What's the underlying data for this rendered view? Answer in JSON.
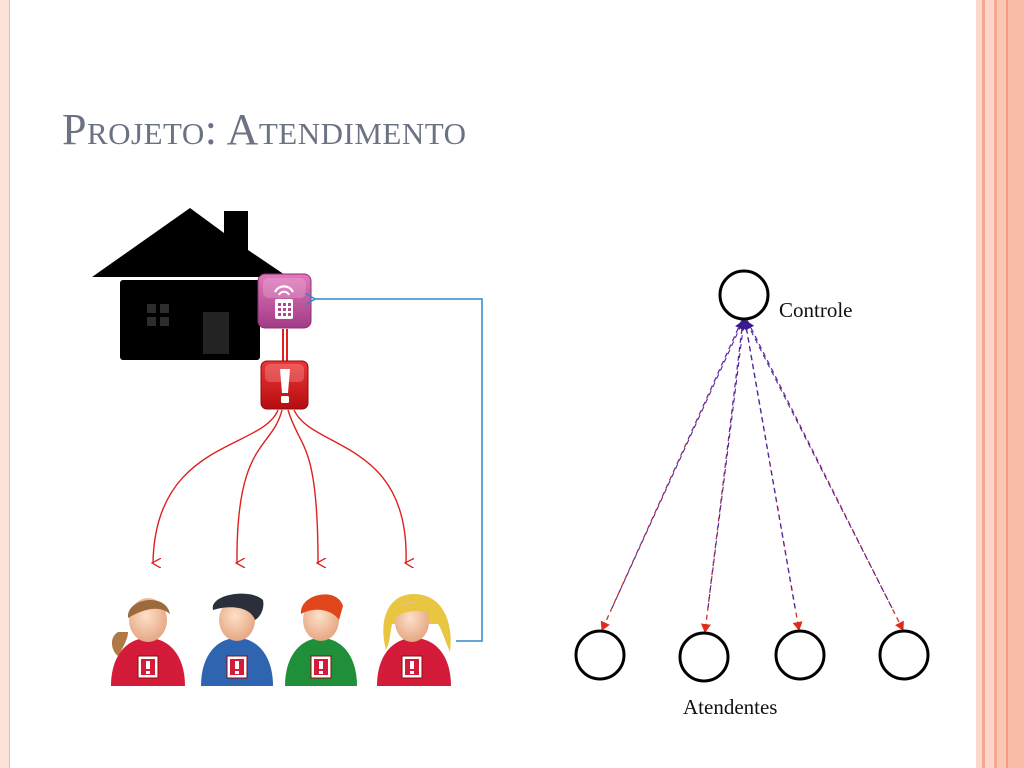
{
  "title": "Projeto: Atendimento",
  "colors": {
    "title": "#6b7283",
    "edge_red": "#e0201c",
    "edge_blue": "#2f87c8",
    "dashed_purple": "#6a2aa0",
    "dashed_red": "#e02a1a",
    "accent_right": "#f4a98f"
  },
  "scenario": {
    "icons": [
      "house-icon",
      "remote-control-icon",
      "alert-icon",
      "person-icon"
    ]
  },
  "graph": {
    "controller_label": "Controle",
    "attendants_label": "Atendentes"
  }
}
